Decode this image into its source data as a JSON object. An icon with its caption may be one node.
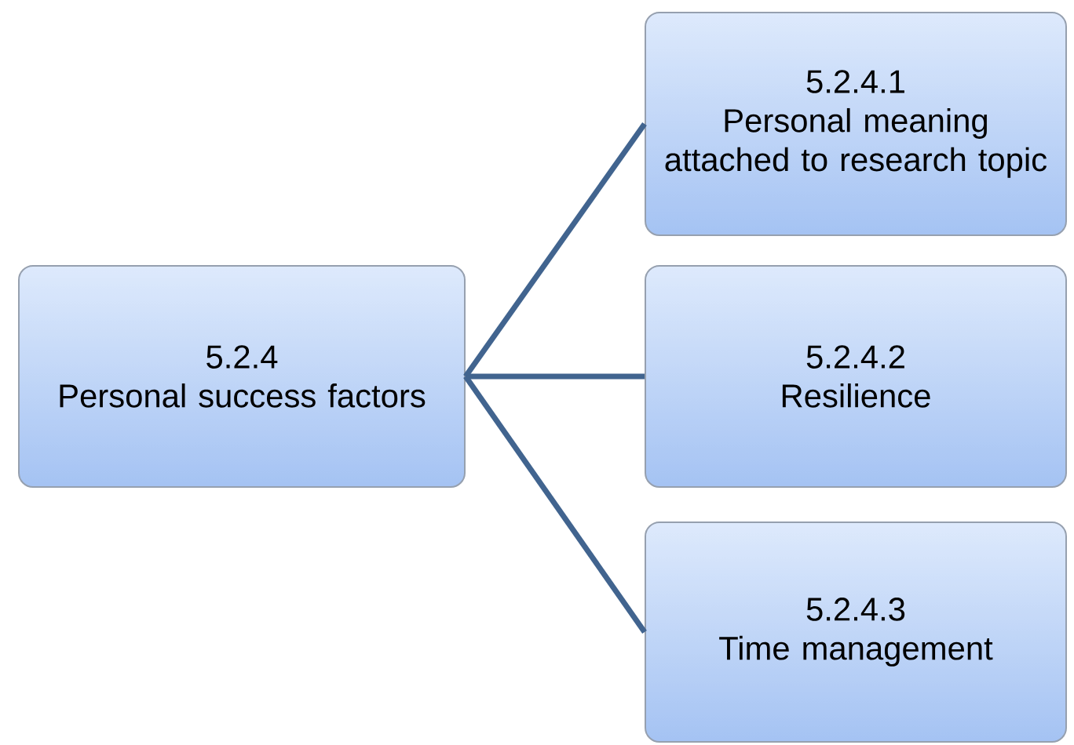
{
  "diagram": {
    "nodes": [
      {
        "text": [
          "5.2.4",
          "Personal success factors"
        ]
      },
      {
        "text": [
          "5.2.4.1",
          "Personal meaning attached to research topic"
        ]
      },
      {
        "text": [
          "5.2.4.2",
          "Resilience"
        ]
      },
      {
        "text": [
          "5.2.4.3",
          "Time management"
        ]
      }
    ],
    "edges": [
      {
        "from": 0,
        "to": 1,
        "arrow": "none"
      },
      {
        "from": 0,
        "to": 2,
        "arrow": "none"
      },
      {
        "from": 0,
        "to": 3,
        "arrow": "none"
      }
    ]
  }
}
